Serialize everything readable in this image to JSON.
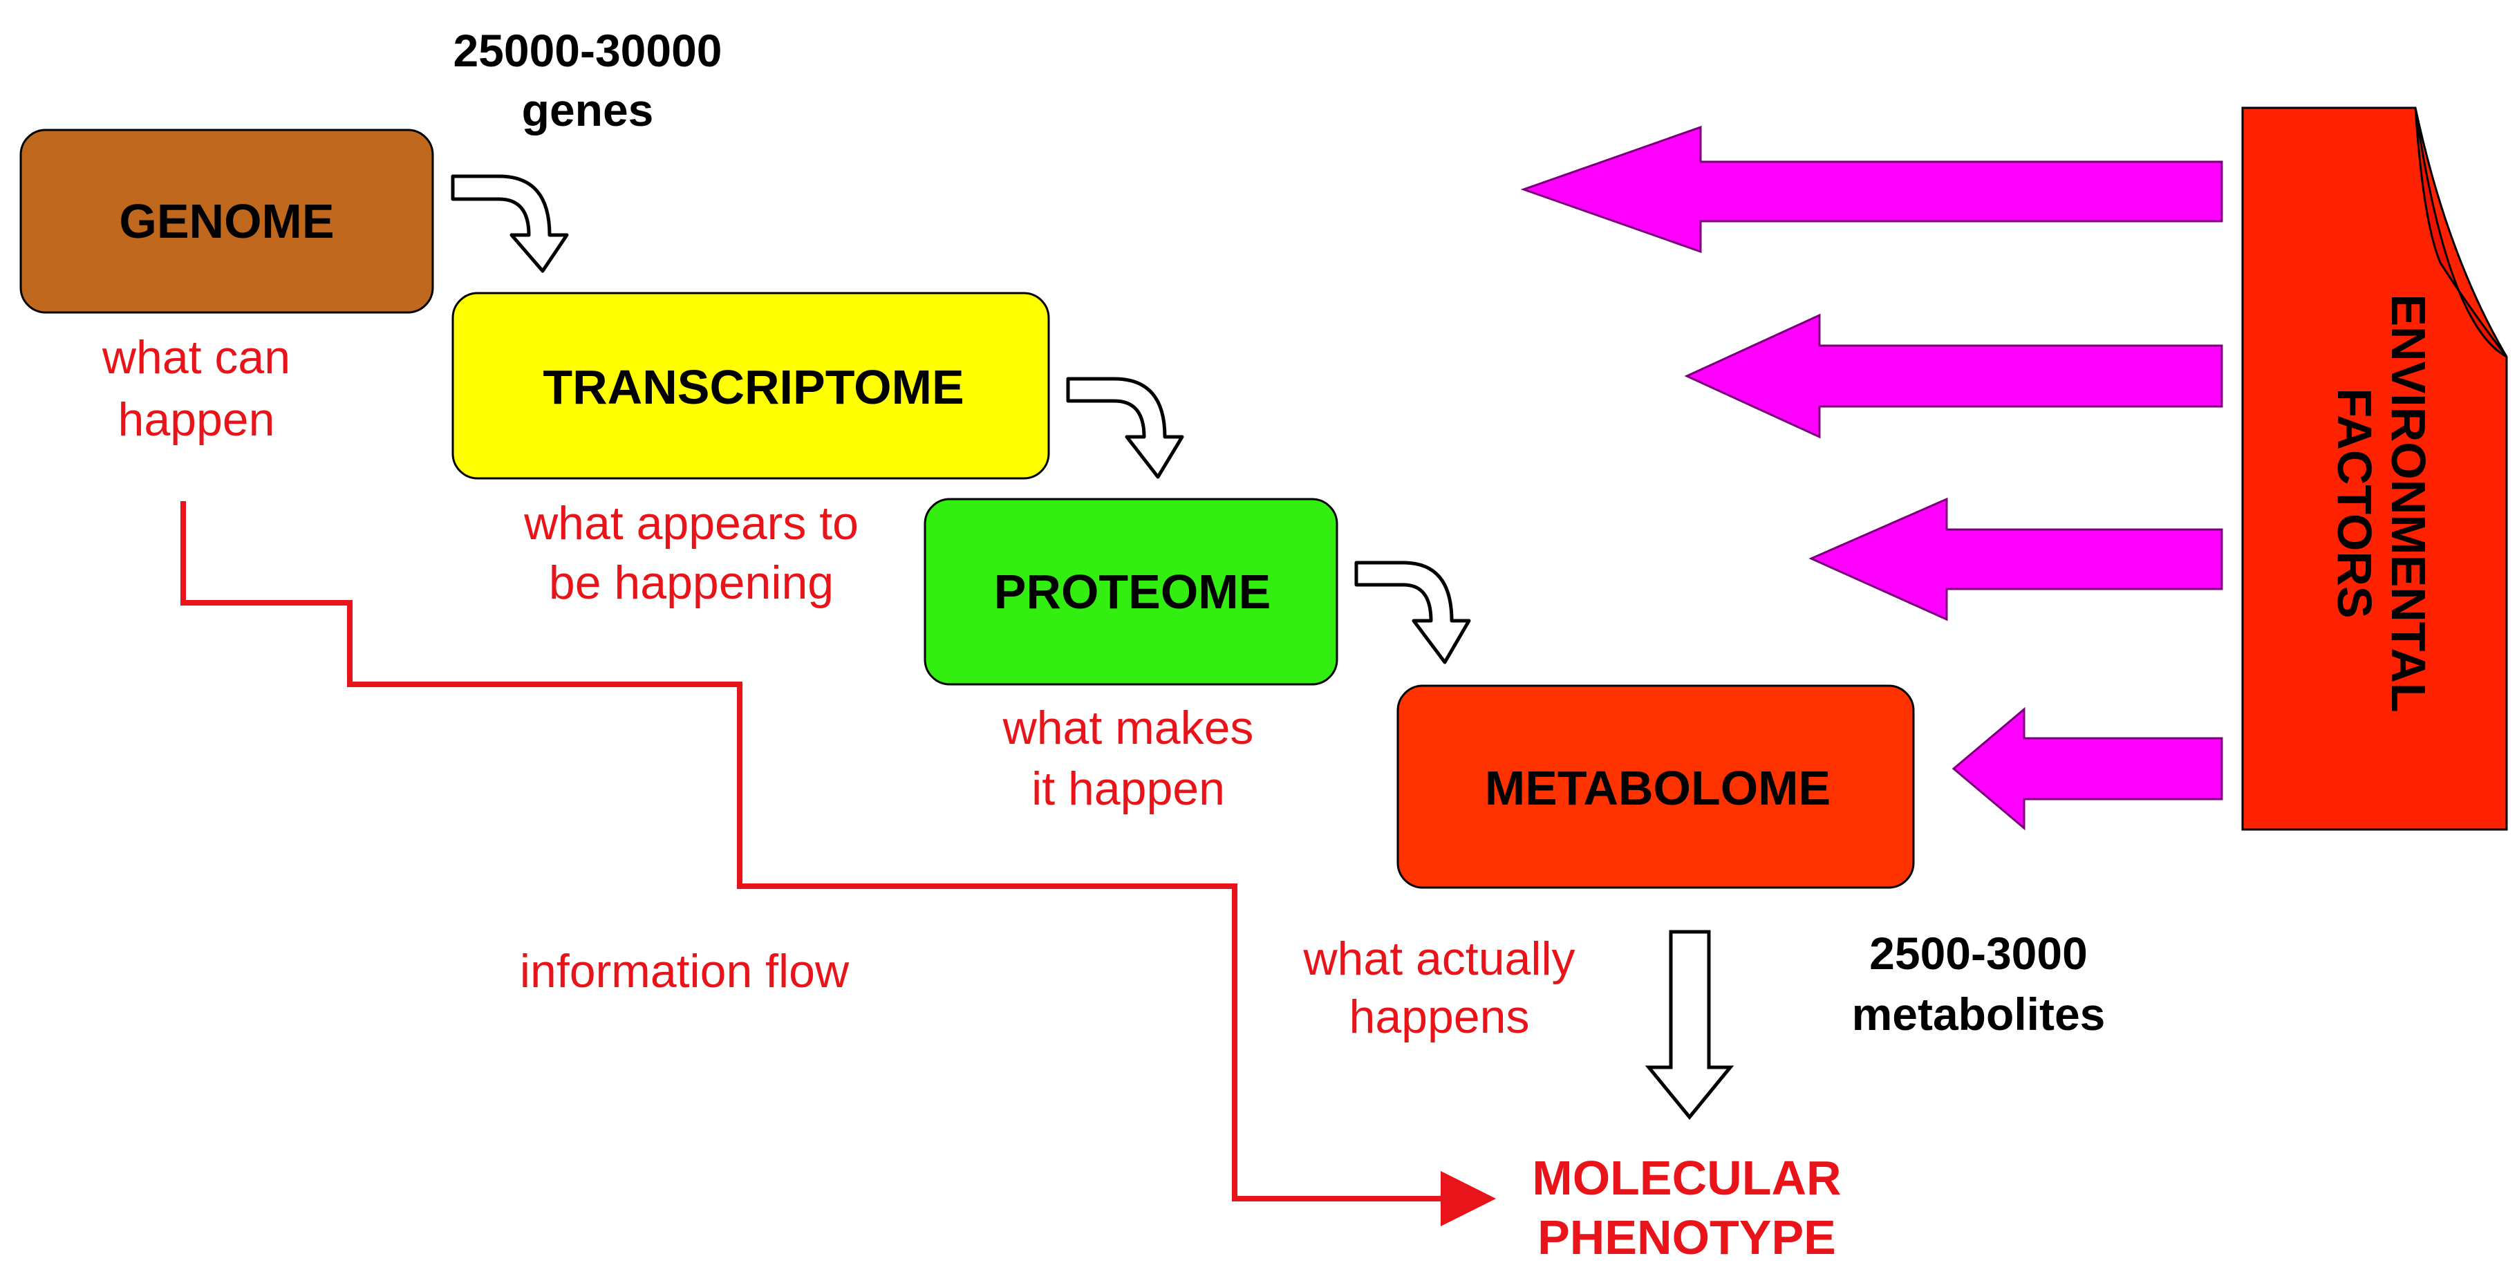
{
  "boxes": {
    "genome": {
      "label": "GENOME",
      "color": "#c0681e"
    },
    "transcriptome": {
      "label": "TRANSCRIPTOME",
      "color": "#ffff00"
    },
    "proteome": {
      "label": "PROTEOME",
      "color": "#33ee11"
    },
    "metabolome": {
      "label": "METABOLOME",
      "color": "#ff3300"
    }
  },
  "annotations": {
    "genes_line1": "25000-30000",
    "genes_line2": "genes",
    "metabolites_line1": "2500-3000",
    "metabolites_line2": "metabolites"
  },
  "descriptions": {
    "genome_line1": "what can",
    "genome_line2": "happen",
    "transcriptome_line1": "what appears to",
    "transcriptome_line2": "be happening",
    "proteome_line1": "what makes",
    "proteome_line2": "it happen",
    "metabolome_line1": "what actually",
    "metabolome_line2": "happens"
  },
  "flow_label": "information flow",
  "phenotype": {
    "line1": "MOLECULAR",
    "line2": "PHENOTYPE"
  },
  "environment": {
    "line1": "ENVIRONMENTAL",
    "line2": "FACTORS",
    "color": "#ff2200"
  },
  "colors": {
    "red_text": "#e8141a",
    "magenta_arrow": "#ff00ff",
    "flow_line": "#e8141a"
  }
}
